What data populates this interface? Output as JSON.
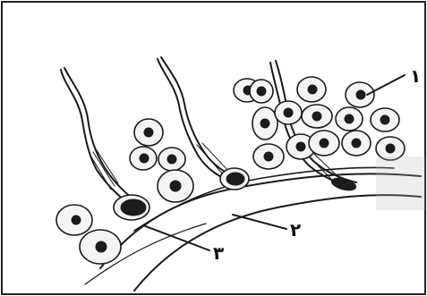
{
  "figure": {
    "labels": [
      {
        "id": "label-1",
        "text": "١"
      },
      {
        "id": "label-2",
        "text": "٢"
      },
      {
        "id": "label-3",
        "text": "٣"
      }
    ]
  }
}
